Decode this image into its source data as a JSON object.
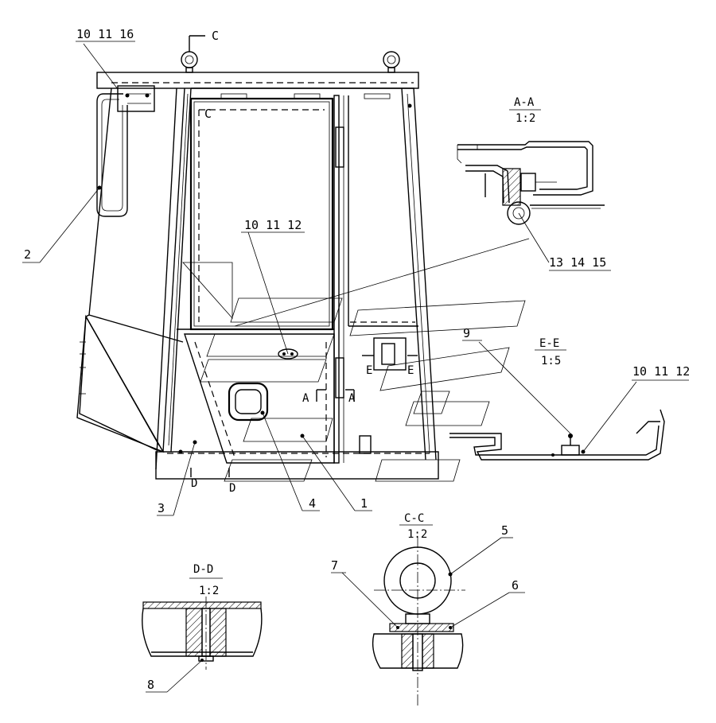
{
  "callouts": {
    "top_left_group": "10 11 16",
    "door_group": "10 11 12",
    "ee_group": "10 11 12",
    "aa_group": "13 14 15",
    "part_1": "1",
    "part_2": "2",
    "part_3": "3",
    "part_4": "4",
    "part_5": "5",
    "part_6": "6",
    "part_7": "7",
    "part_8": "8",
    "part_9": "9"
  },
  "section_marks": {
    "c_top": "C",
    "c_window": "C",
    "a_left": "A",
    "a_right": "A",
    "e_left": "E",
    "e_right": "E",
    "d_left": "D",
    "d_right": "D"
  },
  "section_views": {
    "aa": {
      "title": "A-A",
      "scale": "1:2"
    },
    "ee": {
      "title": "E-E",
      "scale": "1:5"
    },
    "cc": {
      "title": "C-C",
      "scale": "1:2"
    },
    "dd": {
      "title": "D-D",
      "scale": "1:2"
    }
  }
}
